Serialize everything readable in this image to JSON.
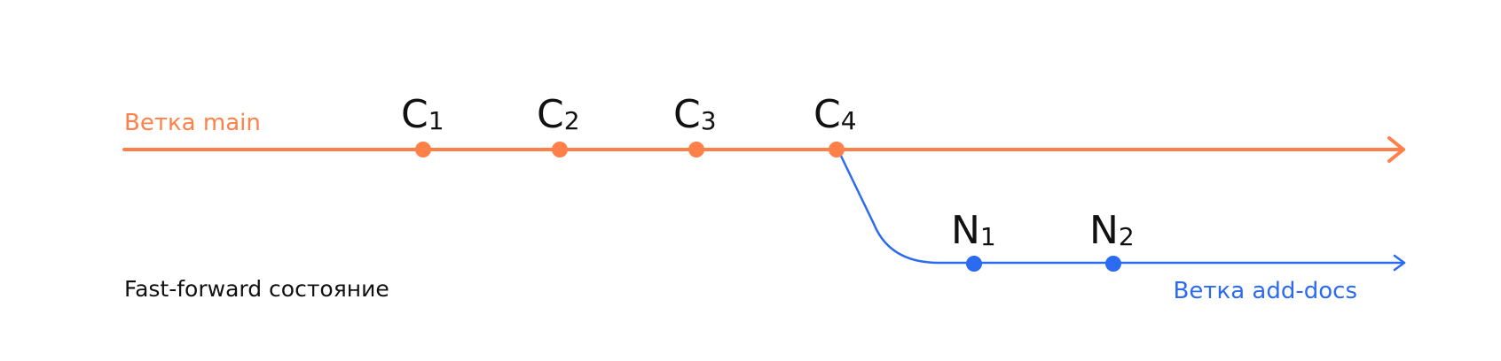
{
  "colors": {
    "main": "#FF8149",
    "add_docs": "#2B6BF0",
    "text": "#111111"
  },
  "main_branch": {
    "label": "Ветка main",
    "commits": [
      {
        "letter": "C",
        "index": "1"
      },
      {
        "letter": "C",
        "index": "2"
      },
      {
        "letter": "C",
        "index": "3"
      },
      {
        "letter": "C",
        "index": "4"
      }
    ]
  },
  "add_docs_branch": {
    "label": "Ветка add-docs",
    "commits": [
      {
        "letter": "N",
        "index": "1"
      },
      {
        "letter": "N",
        "index": "2"
      }
    ]
  },
  "caption": "Fast-forward состояние"
}
